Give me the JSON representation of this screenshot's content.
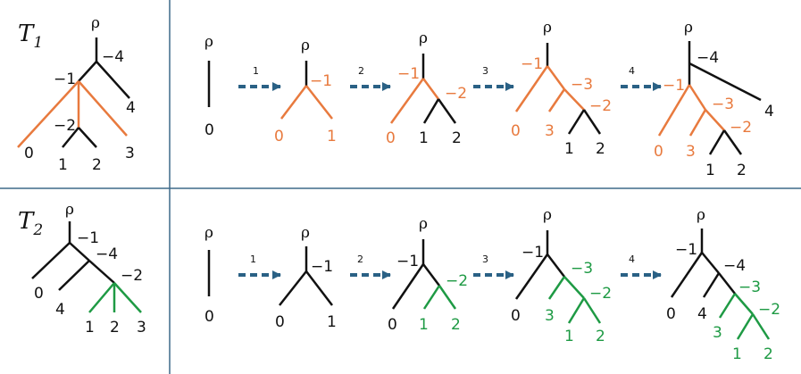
{
  "colors": {
    "ink": "#111111",
    "orange": "#E87A3E",
    "green": "#1E9A44",
    "divider": "#3E6A8A",
    "arrow": "#2A6185"
  },
  "arrow_icon": "dashed-right-arrow",
  "rows": [
    {
      "tree_label": "T",
      "tree_subscript": "1",
      "highlight": "orange",
      "reference_tree": {
        "root_label": "ρ",
        "node_labels": [
          "−4",
          "−1",
          "−2"
        ],
        "leaf_labels": [
          "4",
          "0",
          "3",
          "1",
          "2"
        ]
      },
      "steps": [
        {
          "step_label": "",
          "labels": [
            "ρ",
            "0"
          ]
        },
        {
          "step_label": "1",
          "labels": [
            "ρ",
            "−1",
            "0",
            "1"
          ]
        },
        {
          "step_label": "2",
          "labels": [
            "ρ",
            "−1",
            "−2",
            "0",
            "1",
            "2"
          ]
        },
        {
          "step_label": "3",
          "labels": [
            "ρ",
            "−1",
            "−3",
            "−2",
            "0",
            "3",
            "1",
            "2"
          ]
        },
        {
          "step_label": "4",
          "labels": [
            "ρ",
            "−4",
            "−1",
            "−3",
            "−2",
            "4",
            "0",
            "3",
            "1",
            "2"
          ]
        }
      ]
    },
    {
      "tree_label": "T",
      "tree_subscript": "2",
      "highlight": "green",
      "reference_tree": {
        "root_label": "ρ",
        "node_labels": [
          "−1",
          "−4",
          "−2"
        ],
        "leaf_labels": [
          "0",
          "4",
          "1",
          "2",
          "3"
        ]
      },
      "steps": [
        {
          "step_label": "",
          "labels": [
            "ρ",
            "0"
          ]
        },
        {
          "step_label": "1",
          "labels": [
            "ρ",
            "−1",
            "0",
            "1"
          ]
        },
        {
          "step_label": "2",
          "labels": [
            "ρ",
            "−1",
            "−2",
            "0",
            "1",
            "2"
          ]
        },
        {
          "step_label": "3",
          "labels": [
            "ρ",
            "−1",
            "−3",
            "−2",
            "0",
            "3",
            "1",
            "2"
          ]
        },
        {
          "step_label": "4",
          "labels": [
            "ρ",
            "−1",
            "−4",
            "−3",
            "−2",
            "0",
            "4",
            "3",
            "1",
            "2"
          ]
        }
      ]
    }
  ]
}
